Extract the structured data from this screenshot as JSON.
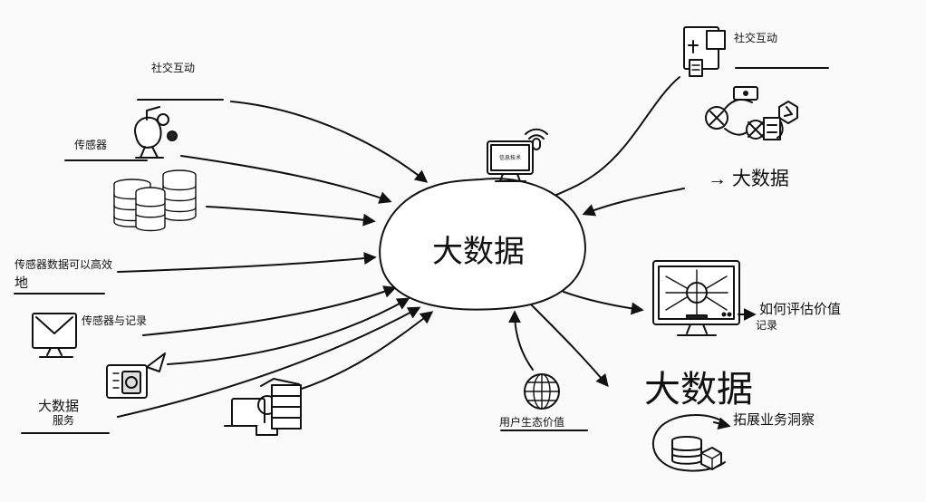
{
  "center": {
    "label": "大数据"
  },
  "labels": {
    "social_left": "社交互动",
    "sensor": "传感器",
    "sensor_data_line1": "传感器数据可以高效",
    "sensor_data_line2": "地",
    "sensor_record": "传感器与记录",
    "bigdata_service_line1": "大数据",
    "bigdata_service_line2": "服务",
    "monitor_screen": "信息技术",
    "social_right": "社交互动",
    "arrow_bigdata": "→ 大数据",
    "evaluate_line1": "如何评估价值",
    "evaluate_line2": "记录",
    "user_value": "用户生态价值",
    "bigdata_large": "大数据",
    "expand_insight": "拓展业务洞察"
  }
}
